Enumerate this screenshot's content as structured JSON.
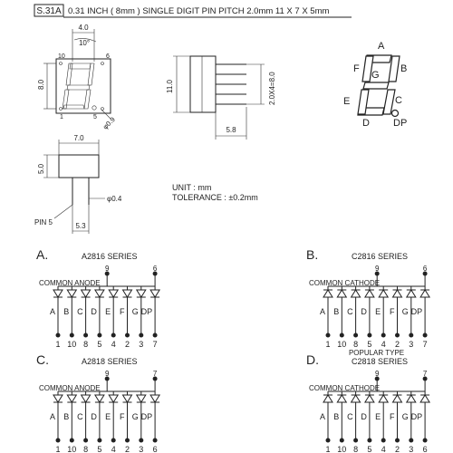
{
  "header": {
    "part_no": "S.31A",
    "description": "0.31  INCH  ( 8mm )  SINGLE  DIGIT  PIN  PITCH  2.0mm   11 X 7 X 5mm"
  },
  "front_view": {
    "dim_width": "4.0",
    "dim_height": "8.0",
    "dim_angle": "10°",
    "pin_label_1": "1",
    "pin_label_5": "5",
    "pin_label_6": "6",
    "pin_label_10": "10",
    "pin_dia": "φ0.9"
  },
  "side_view": {
    "dim_height": "11.0",
    "dim_pitch": "2.0X4=8.0",
    "dim_pin_len": "5.8"
  },
  "bottom_view": {
    "dim_width": "7.0",
    "dim_depth": "5.0",
    "dim_pin_dia": "φ0.4",
    "dim_offset": "5.3",
    "pin_label": "PIN 5"
  },
  "segment_labels": {
    "a": "A",
    "b": "B",
    "c": "C",
    "d": "D",
    "e": "E",
    "f": "F",
    "g": "G",
    "dp": "DP"
  },
  "notes": {
    "unit": "UNIT : mm",
    "tolerance": "TOLERANCE : ±0.2mm"
  },
  "circuits": [
    {
      "letter": "A.",
      "series": "A2816  SERIES",
      "common_label": "COMMON  ANODE",
      "common_pin": "9",
      "dp_pin": "6",
      "segments": [
        "A",
        "B",
        "C",
        "D",
        "E",
        "F",
        "G",
        "DP"
      ],
      "pins": [
        "1",
        "10",
        "8",
        "5",
        "4",
        "2",
        "3",
        "7"
      ],
      "popular": ""
    },
    {
      "letter": "B.",
      "series": "C2816  SERIES",
      "common_label": "COMMON  CATHODE",
      "common_pin": "9",
      "dp_pin": "6",
      "segments": [
        "A",
        "B",
        "C",
        "D",
        "E",
        "F",
        "G",
        "DP"
      ],
      "pins": [
        "1",
        "10",
        "8",
        "5",
        "4",
        "2",
        "3",
        "7"
      ],
      "popular": "POPULAR TYPE"
    },
    {
      "letter": "C.",
      "series": "A2818  SERIES",
      "common_label": "COMMON  ANODE",
      "common_pin": "9",
      "dp_pin": "7",
      "segments": [
        "A",
        "B",
        "C",
        "D",
        "E",
        "F",
        "G",
        "DP"
      ],
      "pins": [
        "1",
        "10",
        "8",
        "5",
        "4",
        "2",
        "3",
        "6"
      ],
      "popular": "POPULAR TYPE"
    },
    {
      "letter": "D.",
      "series": "C2818  SERIES",
      "common_label": "COMMON  CATHODE",
      "common_pin": "9",
      "dp_pin": "7",
      "segments": [
        "A",
        "B",
        "C",
        "D",
        "E",
        "F",
        "G",
        "DP"
      ],
      "pins": [
        "1",
        "10",
        "8",
        "5",
        "4",
        "2",
        "3",
        "6"
      ],
      "popular": ""
    }
  ]
}
